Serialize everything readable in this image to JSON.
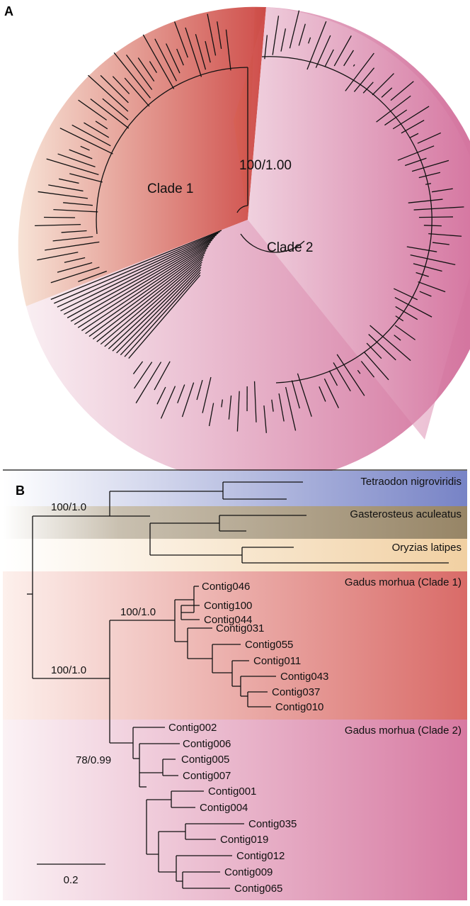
{
  "panel_a": {
    "letter": "A",
    "clade1_label": "Clade 1",
    "clade2_label": "Clade 2",
    "root_support": "100/1.00"
  },
  "panel_b": {
    "letter": "B",
    "scale_label": "0.2",
    "groups": {
      "tetraodon": "Tetraodon nigroviridis",
      "gasterosteus": "Gasterosteus aculeatus",
      "oryzias": "Oryzias latipes",
      "clade1": "Gadus morhua (Clade 1)",
      "clade2": "Gadus morhua (Clade 2)"
    },
    "supports": {
      "outgroup": "100/1.0",
      "gadus": "100/1.0",
      "clade1": "100/1.0",
      "clade2": "78/0.99"
    },
    "clade1_leaves": [
      "Contig046",
      "Contig100",
      "Contig044",
      "Contig031",
      "Contig055",
      "Contig011",
      "Contig043",
      "Contig037",
      "Contig010"
    ],
    "clade2_leaves": [
      "Contig002",
      "Contig006",
      "Contig005",
      "Contig007",
      "Contig001",
      "Contig004",
      "Contig035",
      "Contig019",
      "Contig012",
      "Contig009",
      "Contig065"
    ]
  },
  "colors": {
    "clade1_dark": "#cf4e4a",
    "clade1_light": "#f5d9cb",
    "clade2_dark": "#d5709e",
    "clade2_light": "#f7e5ec",
    "tetraodon": "#7a88c9",
    "gasterosteus": "#9c8a6c",
    "oryzias": "#f1d3a8"
  }
}
